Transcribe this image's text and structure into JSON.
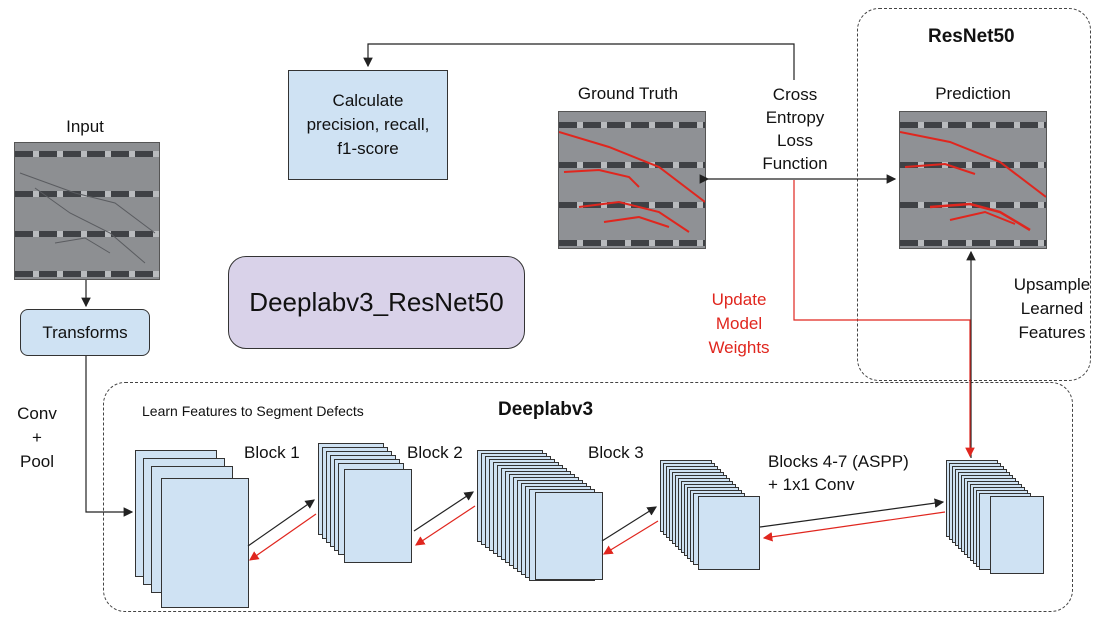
{
  "resnet": {
    "title": "ResNet50",
    "prediction_label": "Prediction",
    "upsample_label": "Upsample\nLearned\nFeatures"
  },
  "metrics_box": {
    "label": "Calculate\nprecision, recall,\nf1-score"
  },
  "ground_truth_label": "Ground Truth",
  "loss_label": "Cross\nEntropy\nLoss\nFunction",
  "input_label": "Input",
  "transforms_label": "Transforms",
  "conv_pool_label": "Conv\n+\nPool",
  "model_name": "Deeplabv3_ResNet50",
  "update_label": "Update\nModel\nWeights",
  "deeplab": {
    "title": "Deeplabv3",
    "subtitle": "Learn Features to Segment Defects",
    "block1": "Block 1",
    "block2": "Block 2",
    "block3": "Block 3",
    "block47": "Blocks 4-7 (ASPP)\n+ 1x1 Conv"
  },
  "colors": {
    "box_fill": "#cfe2f3",
    "model_fill": "#d9d2e9",
    "arrow_red": "#e0261e",
    "arrow_black": "#222222"
  }
}
